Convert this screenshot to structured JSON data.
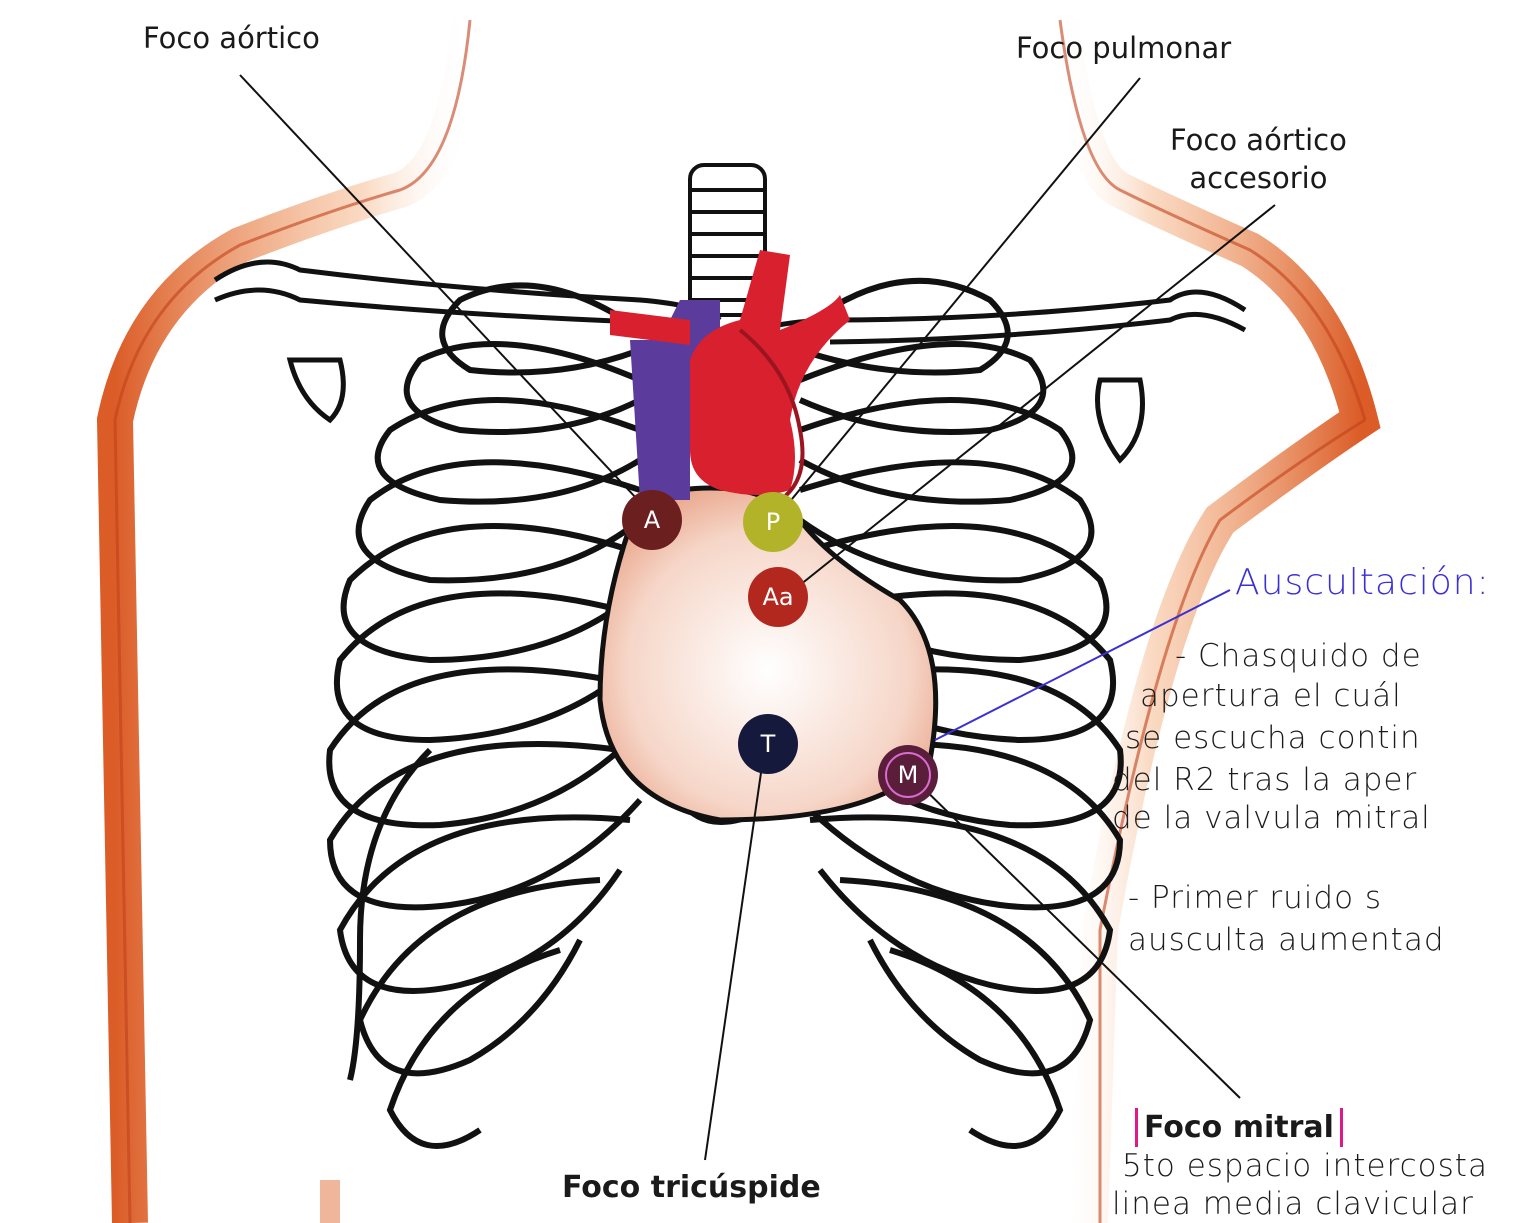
{
  "labels": {
    "foco_aortico": "Foco aórtico",
    "foco_pulmonar": "Foco pulmonar",
    "foco_aortico_accesorio_1": "Foco aórtico",
    "foco_aortico_accesorio_2": "accesorio",
    "foco_tricuspide": "Foco tricúspide",
    "foco_mitral": "Foco mitral"
  },
  "foci": [
    {
      "name": "aortic",
      "letter": "A",
      "color": "#6b1f1f"
    },
    {
      "name": "pulmonary",
      "letter": "P",
      "color": "#b3b32a"
    },
    {
      "name": "accessory-aortic",
      "letter": "Aa",
      "color": "#b3281e"
    },
    {
      "name": "tricuspid",
      "letter": "T",
      "color": "#151a3d"
    },
    {
      "name": "mitral",
      "letter": "M",
      "color": "#5a1d3a"
    }
  ],
  "handwritten_notes": {
    "title": "Auscultación:",
    "lines": [
      "- Chasquido de",
      "apertura el cuál",
      "se escucha contin",
      "del R2 tras la aper",
      "de la valvula mitral",
      "- Primer ruido s",
      "ausculta aumentad"
    ],
    "mitral_note": [
      "5to espacio intercosta",
      "linea media clavicular"
    ]
  },
  "colors": {
    "skin_shadow": "#d9541c",
    "artery": "#d8202e",
    "vein": "#5b3c9c",
    "note_ink": "#3b2fd6",
    "mitral_box": "#e0188a",
    "outline": "#111111"
  }
}
